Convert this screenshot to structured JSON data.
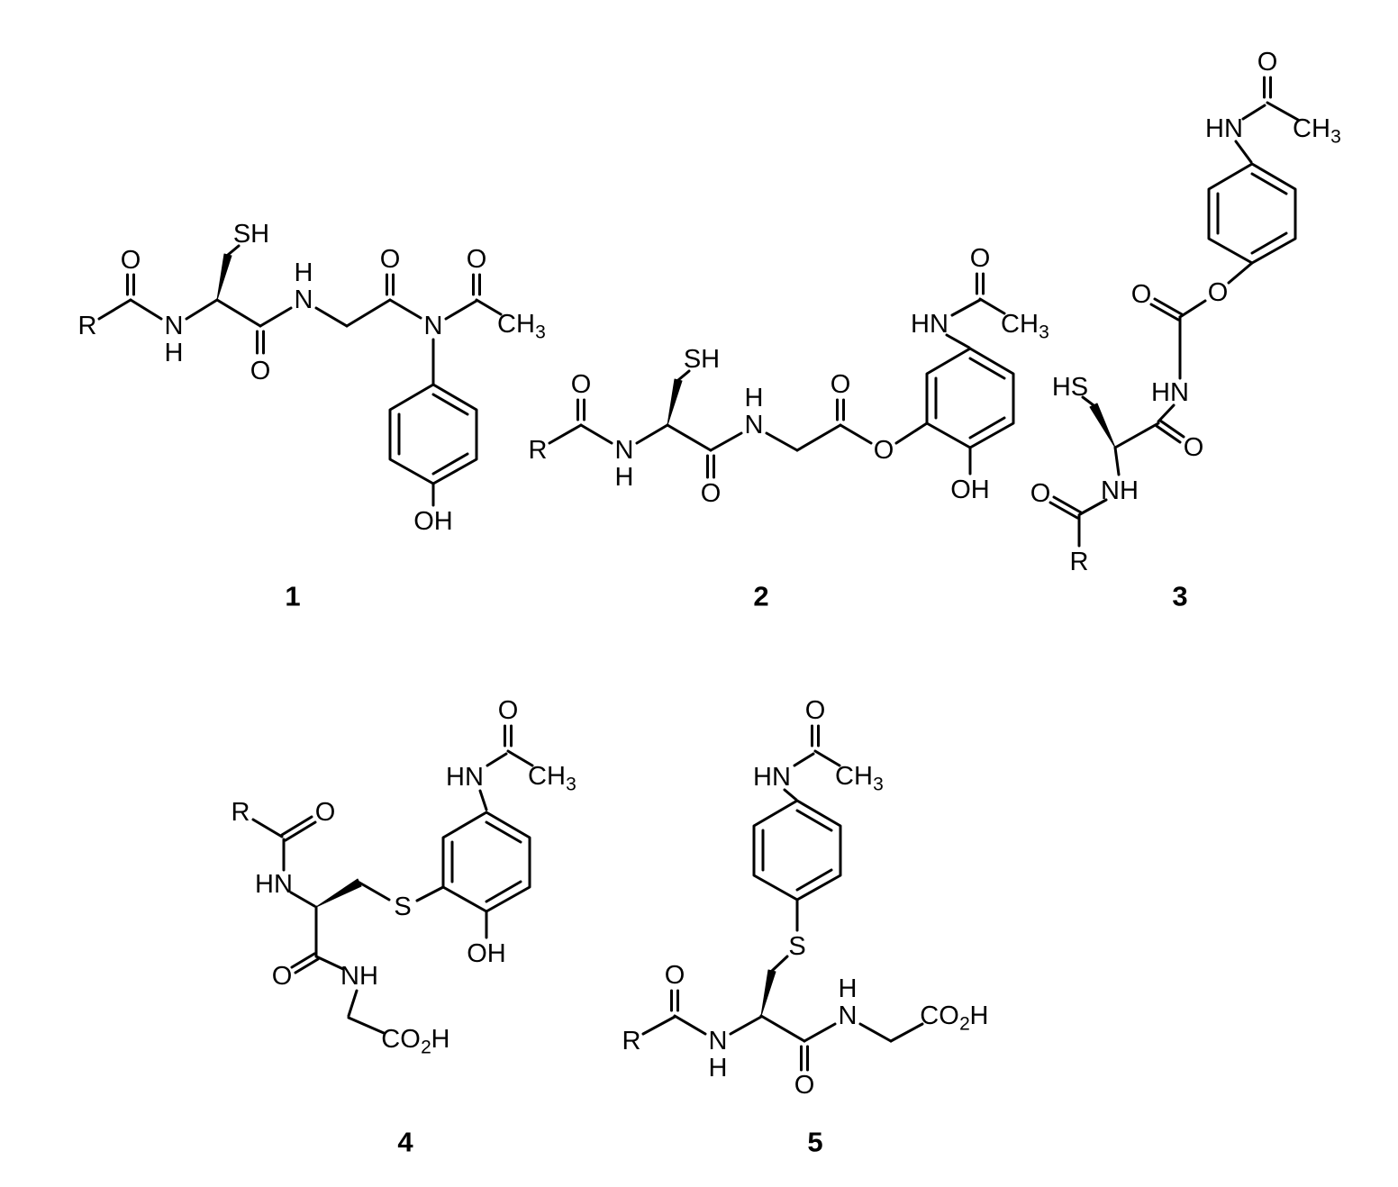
{
  "figure": {
    "background": "#ffffff",
    "ink": "#000000",
    "structure_numbers": [
      "1",
      "2",
      "3",
      "4",
      "5"
    ]
  },
  "atoms": {
    "R": "R",
    "O": "O",
    "N": "N",
    "H": "H",
    "NH": "NH",
    "HN": "HN",
    "SH": "SH",
    "HS": "HS",
    "S": "S",
    "OH": "OH",
    "CH": "CH",
    "CO": "CO",
    "sub2": "2",
    "sub3": "3"
  },
  "structures": [
    {
      "number": "1",
      "visible_labels": [
        "O",
        "SH",
        "H",
        "N",
        "O",
        "O",
        "R",
        "N",
        "H",
        "N",
        "CH3",
        "O",
        "OH"
      ]
    },
    {
      "number": "2",
      "visible_labels": [
        "O",
        "HN",
        "CH3",
        "SH",
        "O",
        "H",
        "N",
        "O",
        "R",
        "N",
        "H",
        "O",
        "O",
        "OH"
      ]
    },
    {
      "number": "3",
      "visible_labels": [
        "O",
        "HN",
        "CH3",
        "O",
        "O",
        "HS",
        "HN",
        "O",
        "NH",
        "O",
        "R"
      ]
    },
    {
      "number": "4",
      "visible_labels": [
        "O",
        "HN",
        "CH3",
        "R",
        "O",
        "HN",
        "S",
        "OH",
        "O",
        "NH",
        "CO2H"
      ]
    },
    {
      "number": "5",
      "visible_labels": [
        "O",
        "HN",
        "CH3",
        "S",
        "O",
        "R",
        "N",
        "H",
        "H",
        "N",
        "CO2H",
        "O"
      ]
    }
  ]
}
